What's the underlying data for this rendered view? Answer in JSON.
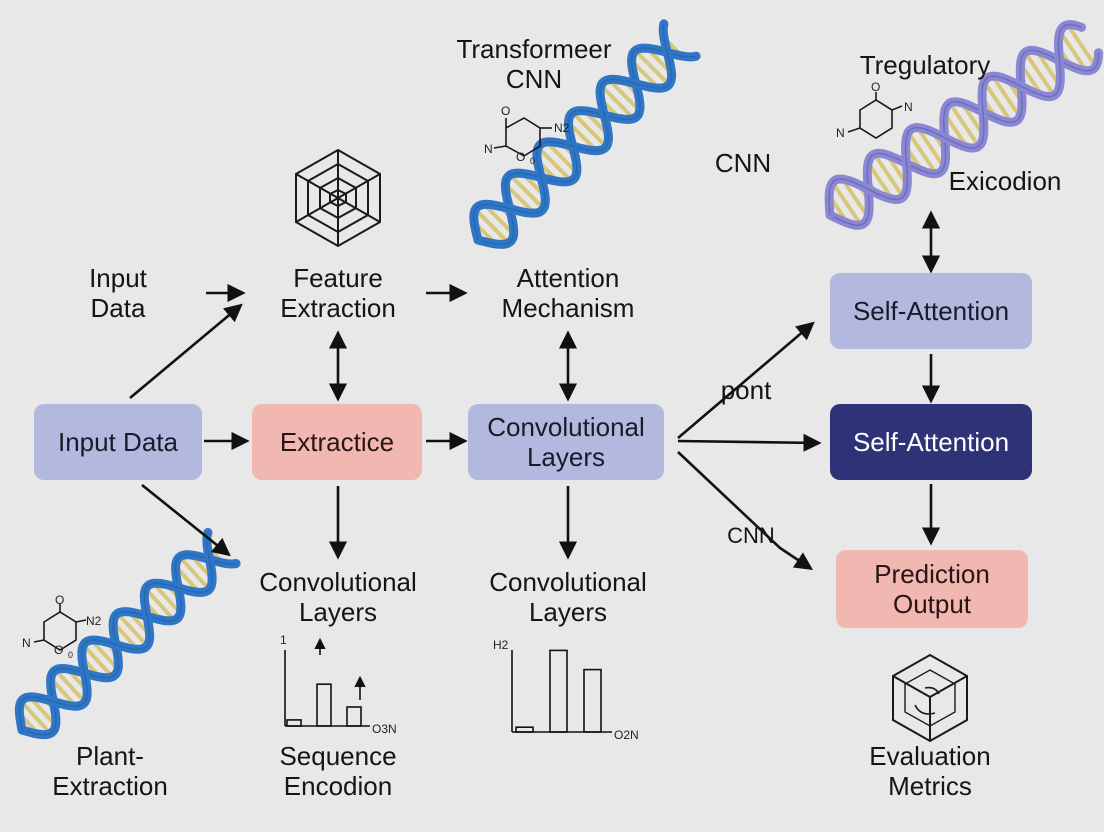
{
  "labels": {
    "input_data": [
      "Input",
      "Data"
    ],
    "feature_extraction": [
      "Feature",
      "Extraction"
    ],
    "attention_mechanism": [
      "Attention",
      "Mechanism"
    ],
    "transformer_cnn": [
      "Transformeer",
      "CNN"
    ],
    "cnn_top": "CNN",
    "tregulatory": "Tregulatory",
    "exicodion": "Exicodion",
    "pont": "pont",
    "cnn_arrow": "CNN",
    "conv_layers_1": [
      "Convolutional",
      "Layers"
    ],
    "conv_layers_2": [
      "Convolutional",
      "Layers"
    ],
    "plant_extraction": [
      "Plant-",
      "Extraction"
    ],
    "sequence_encodion": [
      "Sequence",
      "Encodion"
    ],
    "evaluation_metrics": [
      "Evaluation",
      "Metrics"
    ]
  },
  "boxes": {
    "input_data": "Input Data",
    "extractice": "Extractice",
    "convolutional_layers": [
      "Convolutional",
      "Layers"
    ],
    "self_attention_1": "Self-Attention",
    "self_attention_2": "Self-Attention",
    "prediction_output": [
      "Prediction",
      "Output"
    ]
  },
  "chem": {
    "top_left": [
      "O",
      "N2",
      "N",
      "O",
      "0"
    ],
    "top_right": [
      "O",
      "N",
      "N"
    ],
    "bottom_left": [
      "O",
      "N2",
      "N",
      "O",
      "0"
    ]
  },
  "minicharts": {
    "left": {
      "y_tick": "1",
      "x_tick": "O3N",
      "values": [
        0.08,
        0.55,
        0.25
      ]
    },
    "right": {
      "y_tick": "H2",
      "x_tick": "O2N",
      "values": [
        0.05,
        0.85,
        0.65
      ]
    }
  },
  "colors": {
    "lavender_box": "#b3b8de",
    "pink_box": "#f0b8b0",
    "navy_box": "#2e3377",
    "dna_blue": "#2f76c6",
    "dna_purple": "#8c86d4",
    "dna_rung": "#d8c77a"
  },
  "icons": [
    "hexagon-web-icon",
    "dna-helix-icon",
    "molecule-icon",
    "cube-icon"
  ]
}
